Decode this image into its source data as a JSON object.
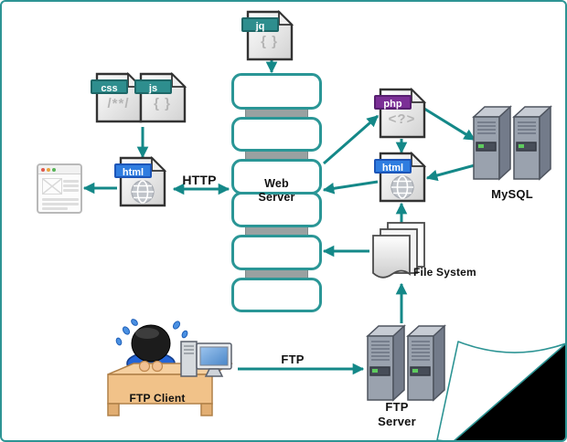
{
  "labels": {
    "web_server": "Web Server",
    "mysql": "MySQL",
    "file_system": "File System",
    "ftp_client": "FTP Client",
    "ftp_server": "FTP Server",
    "http": "HTTP",
    "ftp": "FTP"
  },
  "file_icons": {
    "jquery": {
      "banner": "jq",
      "glyph": "{ }"
    },
    "css": {
      "banner": "css",
      "glyph": "/**/"
    },
    "js": {
      "banner": "js",
      "glyph": "{ }"
    },
    "html_left": {
      "banner": "html",
      "icon": "globe"
    },
    "php": {
      "banner": "php",
      "glyph": "<?>"
    },
    "html_right": {
      "banner": "html",
      "icon": "globe"
    }
  },
  "colors": {
    "frame_teal": "#2d9494",
    "arrow_teal": "#148888",
    "banner_teal": "#2e8e8e",
    "banner_blue": "#2f7de0",
    "banner_purple": "#7b2f96",
    "server_gray": "#9aa2ae",
    "desk_tan": "#f5cd9c",
    "shirt_blue": "#2465d6",
    "fold_black": "#000000"
  }
}
